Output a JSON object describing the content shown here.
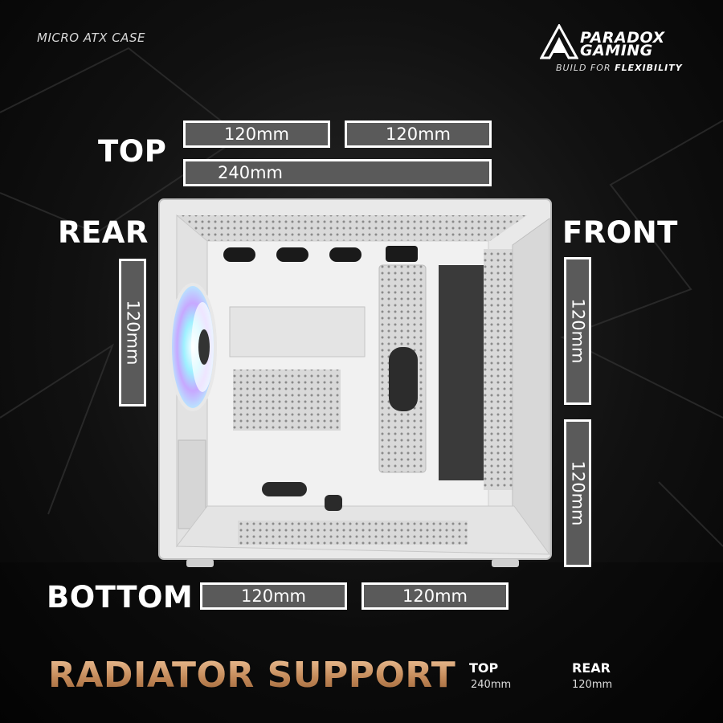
{
  "header": {
    "case_type": "MICRO ATX CASE",
    "brand_line1": "PARADOX",
    "brand_line2": "GAMING",
    "tagline_prefix": "BUILD FOR ",
    "tagline_bold": "FLEXIBILITY"
  },
  "labels": {
    "top": "TOP",
    "rear": "REAR",
    "front": "FRONT",
    "bottom": "BOTTOM"
  },
  "slots": {
    "top_1": "120mm",
    "top_2": "120mm",
    "top_3": "240mm",
    "rear_1": "120mm",
    "front_1": "120mm",
    "front_2": "120mm",
    "bottom_1": "120mm",
    "bottom_2": "120mm"
  },
  "footer": {
    "title": "RADIATOR SUPPORT",
    "specs": [
      {
        "label": "TOP",
        "value": "240mm"
      },
      {
        "label": "REAR",
        "value": "120mm"
      }
    ]
  },
  "colors": {
    "slot_fill": "#5a5a5a",
    "slot_border": "#ffffff",
    "title_gold": "#c48a5a",
    "case_white": "#eeeeee"
  },
  "icons": [
    "paradox-logo-icon",
    "rgb-fan-icon"
  ]
}
